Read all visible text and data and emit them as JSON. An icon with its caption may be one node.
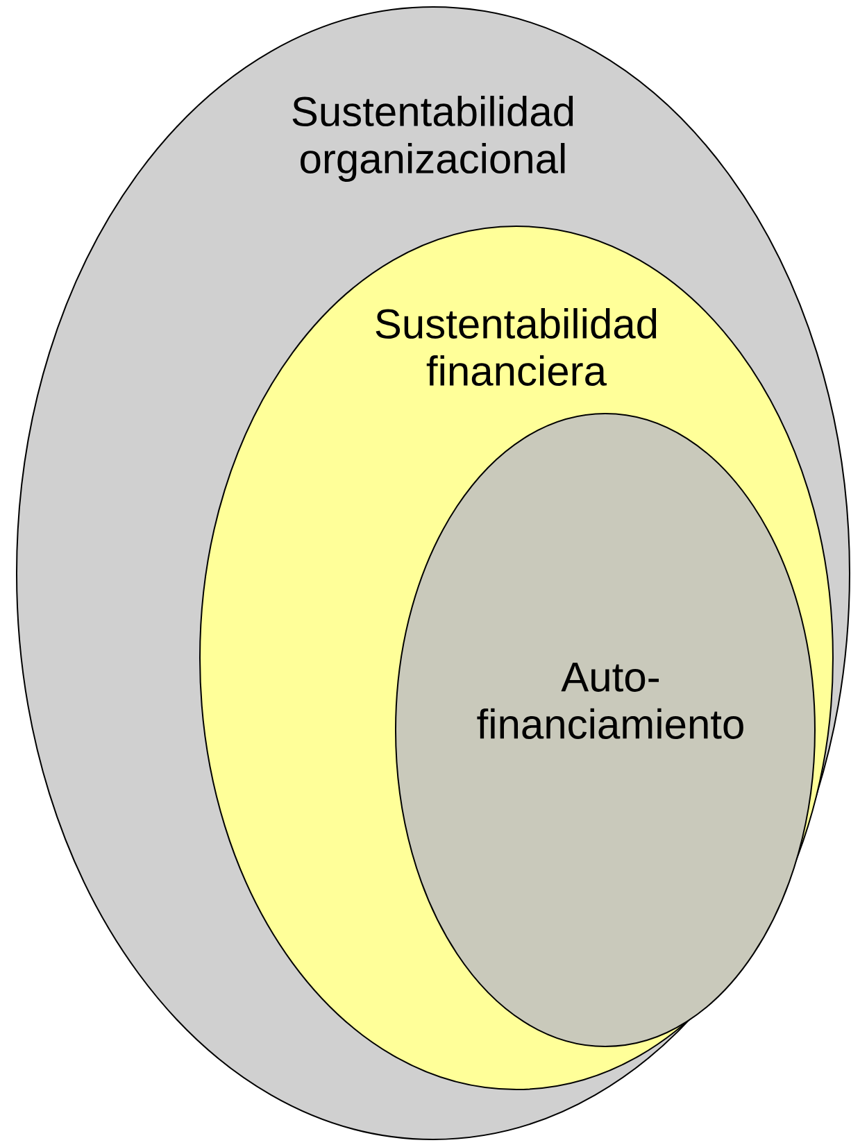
{
  "diagram": {
    "nodes": [
      {
        "text": [
          "Sustentabilidad organizacional"
        ]
      },
      {
        "text": [
          "Sustentabilidad financiera"
        ],
        "in": 0
      },
      {
        "text": [
          "Auto- financiamiento"
        ],
        "in": 1
      }
    ]
  }
}
